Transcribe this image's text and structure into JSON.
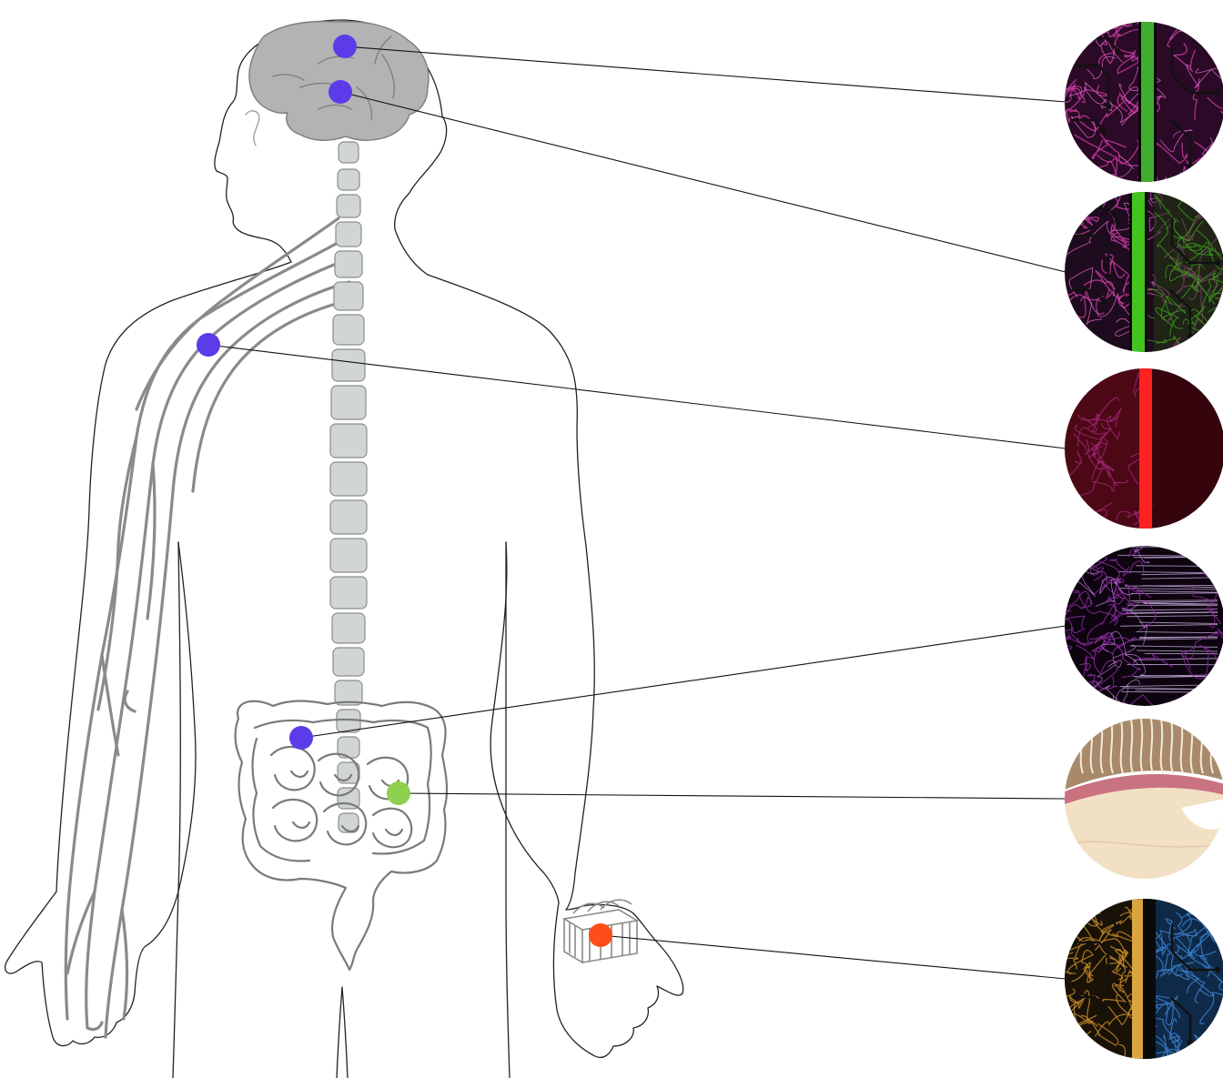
{
  "colors": {
    "background": "#ffffff",
    "outline": "#222222",
    "organ_fill": "#b3b3b3",
    "organ_stroke": "#7d7d7d",
    "spine_fill": "#d2d5d6",
    "spine_stroke": "#8a8d8f",
    "nerve": "#8a8a8a",
    "gut_stroke": "#7a7a7a",
    "connector": "#111111"
  },
  "markers": [
    {
      "id": "brain-upper",
      "color": "#5b3ce8",
      "panel": "panel-1"
    },
    {
      "id": "brain-lower",
      "color": "#5b3ce8",
      "panel": "panel-2"
    },
    {
      "id": "peripheral-nerve",
      "color": "#5b3ce8",
      "panel": "panel-3"
    },
    {
      "id": "gut-enteric",
      "color": "#5b3ce8",
      "panel": "panel-4"
    },
    {
      "id": "intestine-tissue",
      "color": "#8fd14f",
      "panel": "panel-5"
    },
    {
      "id": "hand-device",
      "color": "#ff4d1a",
      "panel": "panel-6"
    }
  ],
  "panels": [
    {
      "id": "panel-1",
      "image": "microscopy-neurons-electrode-magenta-green-center",
      "palette": [
        "#2a0a26",
        "#c43a9e",
        "#3fae2f"
      ]
    },
    {
      "id": "panel-2",
      "image": "microscopy-neurons-electrode-magenta-green-right",
      "palette": [
        "#1f0b1e",
        "#c43a9e",
        "#44c21f"
      ]
    },
    {
      "id": "panel-3",
      "image": "microscopy-neurons-red-channel",
      "palette": [
        "#2b0008",
        "#6a0f22",
        "#ff2020"
      ]
    },
    {
      "id": "panel-4",
      "image": "microscopy-axons-purple-microchannels",
      "palette": [
        "#0d0410",
        "#8a2a9c",
        "#e7c8ff"
      ]
    },
    {
      "id": "panel-5",
      "image": "histology-intestine-section",
      "palette": [
        "#f2e0c4",
        "#a88a6a",
        "#c97280"
      ]
    },
    {
      "id": "panel-6",
      "image": "microscopy-neurons-electrode-gold-blue",
      "palette": [
        "#1a1206",
        "#c48a2a",
        "#3a7ec9"
      ]
    }
  ]
}
